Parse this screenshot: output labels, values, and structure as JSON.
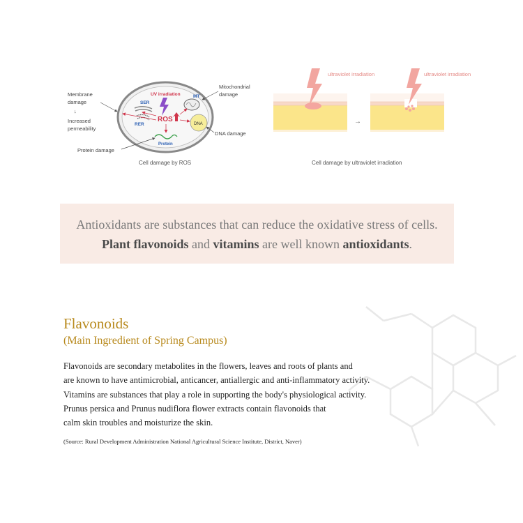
{
  "ros_diagram": {
    "labels": {
      "membrane": [
        "Membrane",
        "damage"
      ],
      "arrow": "↓",
      "increased": [
        "Increased",
        "permeability"
      ],
      "protein_damage": "Protein damage",
      "mitochondrial": [
        "Mitochondrial",
        "damage"
      ],
      "dna_damage": "DNA damage",
      "uv": "UV irradiation",
      "ser": "SER",
      "rer": "RER",
      "ros": "ROS",
      "mt": "MT",
      "dna": "DNA",
      "protein": "Protein"
    },
    "caption": "Cell damage by ROS"
  },
  "uv_diagram": {
    "label_left": "ultraviolet irradiation",
    "label_right": "ultraviolet irradiation",
    "caption": "Cell damage by ultraviolet irradiation"
  },
  "colors": {
    "accent_gold": "#b88a1e",
    "box_bg": "#f9ebe5",
    "lightning": "#f2a6a0",
    "skin_yellow": "#fbe58a"
  },
  "highlight": {
    "line1": "Antioxidants are substances that can reduce the oxidative stress of cells.",
    "line2_parts": [
      "Plant flavonoids",
      " and ",
      "vitamins",
      " are well known ",
      "antioxidants",
      "."
    ]
  },
  "section": {
    "title": "Flavonoids",
    "subtitle": "(Main Ingredient of Spring Campus)",
    "body": [
      "Flavonoids are secondary metabolites in the flowers,  leaves and roots of plants and",
      "are known to have antimicrobial,  anticancer,  antiallergic and anti-inflammatory activity.",
      "Vitamins are substances that play a role in supporting the body's physiological activity.",
      "Prunus persica and Prunus nudiflora flower extracts contain flavonoids that",
      "calm skin troubles and moisturize the skin."
    ],
    "source": "(Source: Rural Development Administration National Agricultural Science Institute,  District,  Naver)"
  }
}
